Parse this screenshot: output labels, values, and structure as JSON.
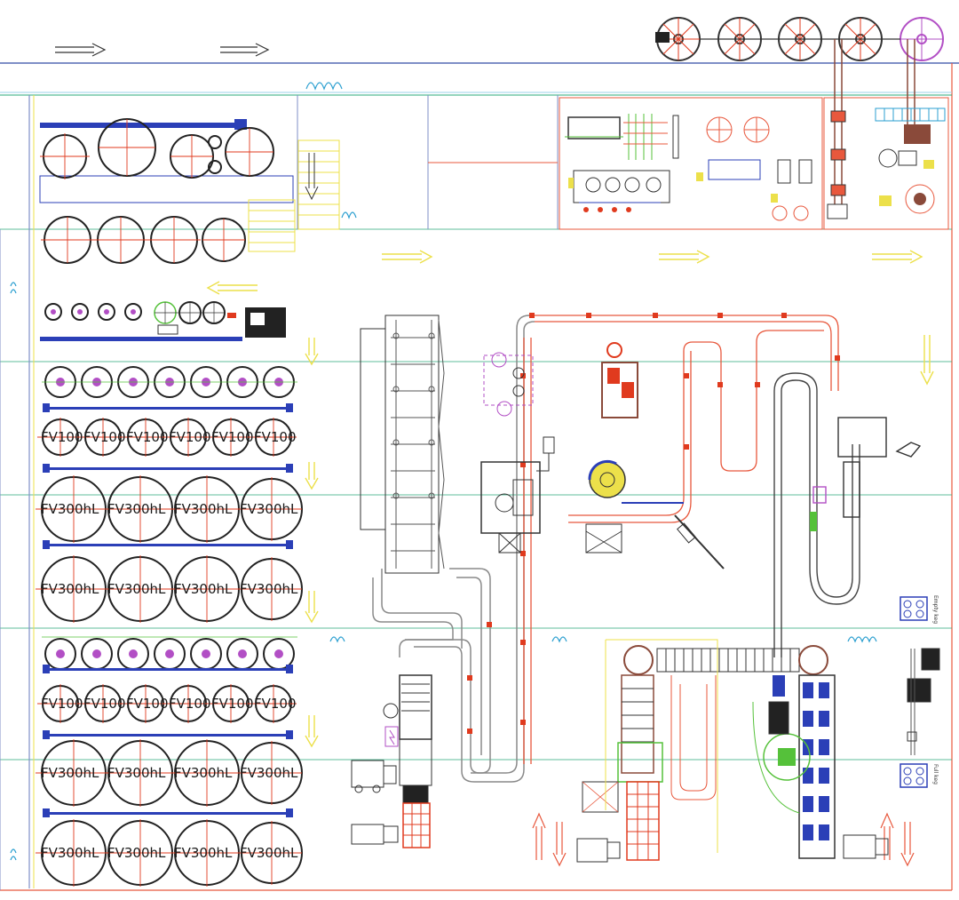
{
  "colors": {
    "wall": "#7f8fc7",
    "grid": "#2aa97a",
    "conveyor": "#e8583d",
    "yellow": "#ece04a",
    "blue": "#2b3fb7",
    "magenta": "#b24fc5",
    "green": "#55c13a",
    "dark": "#222222",
    "gray": "#8a8a8a"
  },
  "tanks": {
    "fv100_label": "FV100",
    "fv300_label": "FV300hL"
  },
  "stations": {
    "empty_keg_label": "Empty keg",
    "full_keg_label": "Full keg"
  },
  "icons": [
    "direction-arrow-icon",
    "wave-symbol-icon",
    "hazard-icon",
    "tank-icon",
    "keg-pallet-icon",
    "forklift-icon"
  ]
}
